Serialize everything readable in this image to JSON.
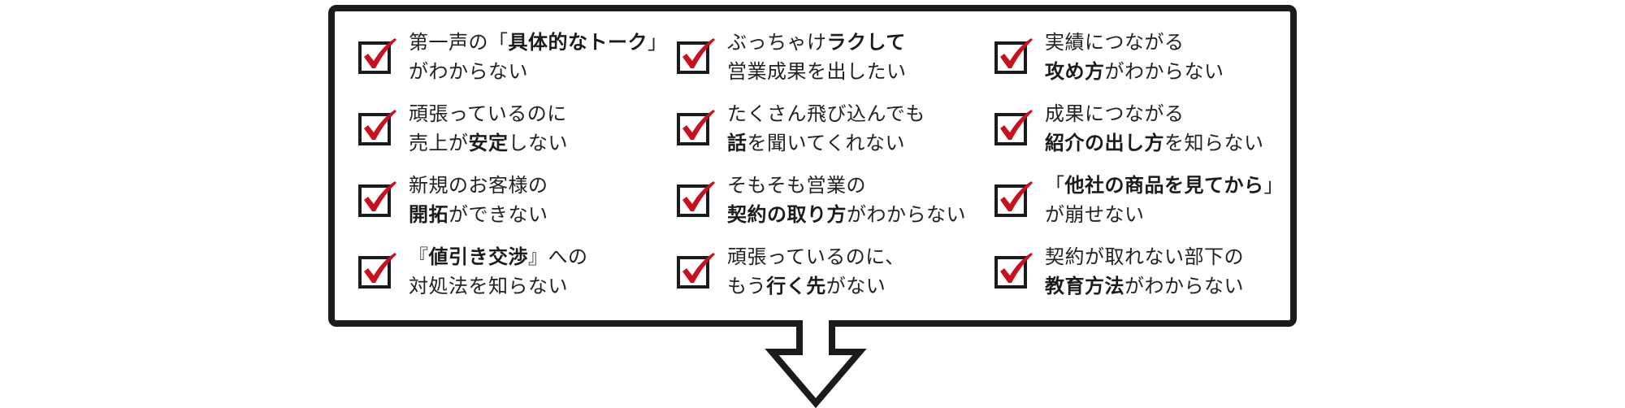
{
  "colors": {
    "frame": "#1b1b1b",
    "check": "#c8101e",
    "box": "#1b1b1b",
    "text": "#222222"
  },
  "items": [
    {
      "lines": [
        [
          {
            "t": "第一声の「",
            "b": false
          },
          {
            "t": "具体的なトーク",
            "b": true
          },
          {
            "t": "」",
            "b": false
          }
        ],
        [
          {
            "t": "がわからない",
            "b": false
          }
        ]
      ]
    },
    {
      "lines": [
        [
          {
            "t": "ぶっちゃけ",
            "b": false
          },
          {
            "t": "ラクして",
            "b": true
          }
        ],
        [
          {
            "t": "営業成果を出したい",
            "b": false
          }
        ]
      ]
    },
    {
      "lines": [
        [
          {
            "t": "実績につながる",
            "b": false
          }
        ],
        [
          {
            "t": "攻め方",
            "b": true
          },
          {
            "t": "がわからない",
            "b": false
          }
        ]
      ]
    },
    {
      "lines": [
        [
          {
            "t": "頑張っているのに",
            "b": false
          }
        ],
        [
          {
            "t": "売上が",
            "b": false
          },
          {
            "t": "安定",
            "b": true
          },
          {
            "t": "しない",
            "b": false
          }
        ]
      ]
    },
    {
      "lines": [
        [
          {
            "t": "たくさん飛び込んでも",
            "b": false
          }
        ],
        [
          {
            "t": "話",
            "b": true
          },
          {
            "t": "を聞いてくれない",
            "b": false
          }
        ]
      ]
    },
    {
      "lines": [
        [
          {
            "t": "成果につながる",
            "b": false
          }
        ],
        [
          {
            "t": "紹介の出し方",
            "b": true
          },
          {
            "t": "を知らない",
            "b": false
          }
        ]
      ]
    },
    {
      "lines": [
        [
          {
            "t": "新規のお客様の",
            "b": false
          }
        ],
        [
          {
            "t": "開拓",
            "b": true
          },
          {
            "t": "ができない",
            "b": false
          }
        ]
      ]
    },
    {
      "lines": [
        [
          {
            "t": "そもそも営業の",
            "b": false
          }
        ],
        [
          {
            "t": "契約の取り方",
            "b": true
          },
          {
            "t": "がわからない",
            "b": false
          }
        ]
      ]
    },
    {
      "lines": [
        [
          {
            "t": "「",
            "b": false
          },
          {
            "t": "他社の商品を見てから",
            "b": true
          },
          {
            "t": "」",
            "b": false
          }
        ],
        [
          {
            "t": "が崩せない",
            "b": false
          }
        ]
      ]
    },
    {
      "lines": [
        [
          {
            "t": "『",
            "b": false
          },
          {
            "t": "値引き交渉",
            "b": true
          },
          {
            "t": "』への",
            "b": false
          }
        ],
        [
          {
            "t": "対処法を知らない",
            "b": false
          }
        ]
      ]
    },
    {
      "lines": [
        [
          {
            "t": "頑張っているのに、",
            "b": false
          }
        ],
        [
          {
            "t": "もう",
            "b": false
          },
          {
            "t": "行く先",
            "b": true
          },
          {
            "t": "がない",
            "b": false
          }
        ]
      ]
    },
    {
      "lines": [
        [
          {
            "t": "契約が取れない部下の",
            "b": false
          }
        ],
        [
          {
            "t": "教育方法",
            "b": true
          },
          {
            "t": "がわからない",
            "b": false
          }
        ]
      ]
    }
  ]
}
